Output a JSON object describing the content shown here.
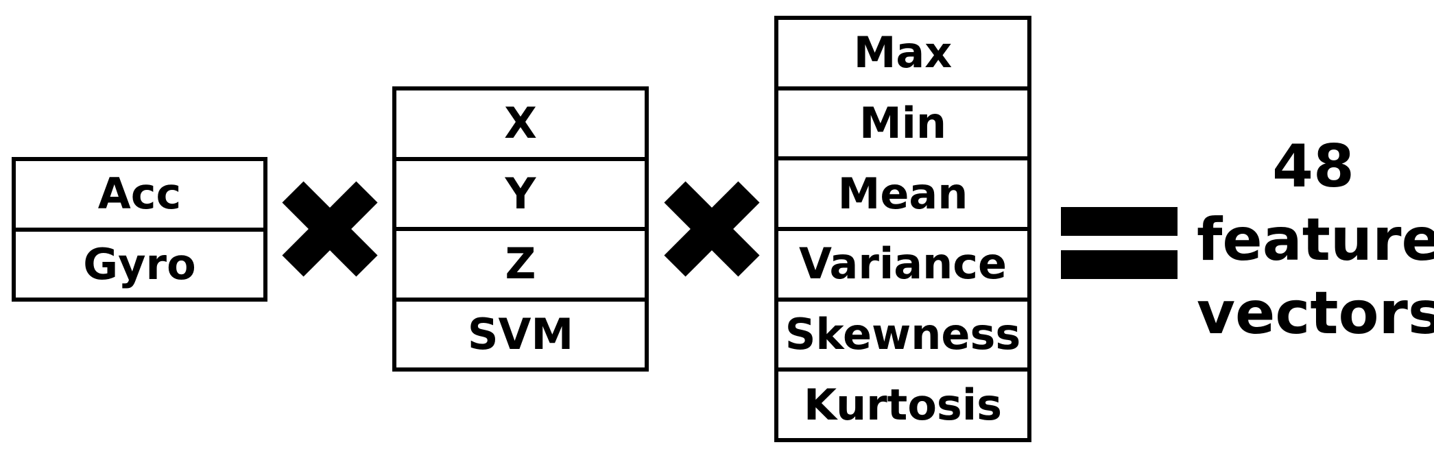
{
  "sensors": [
    "Acc",
    "Gyro"
  ],
  "axes": [
    "X",
    "Y",
    "Z",
    "SVM"
  ],
  "statistics": [
    "Max",
    "Min",
    "Mean",
    "Variance",
    "Skewness",
    "Kurtosis"
  ],
  "operator_icons": [
    "times-icon",
    "times-icon",
    "equals-icon"
  ],
  "result": {
    "number": "48",
    "line1": "feature",
    "line2": "vectors"
  }
}
